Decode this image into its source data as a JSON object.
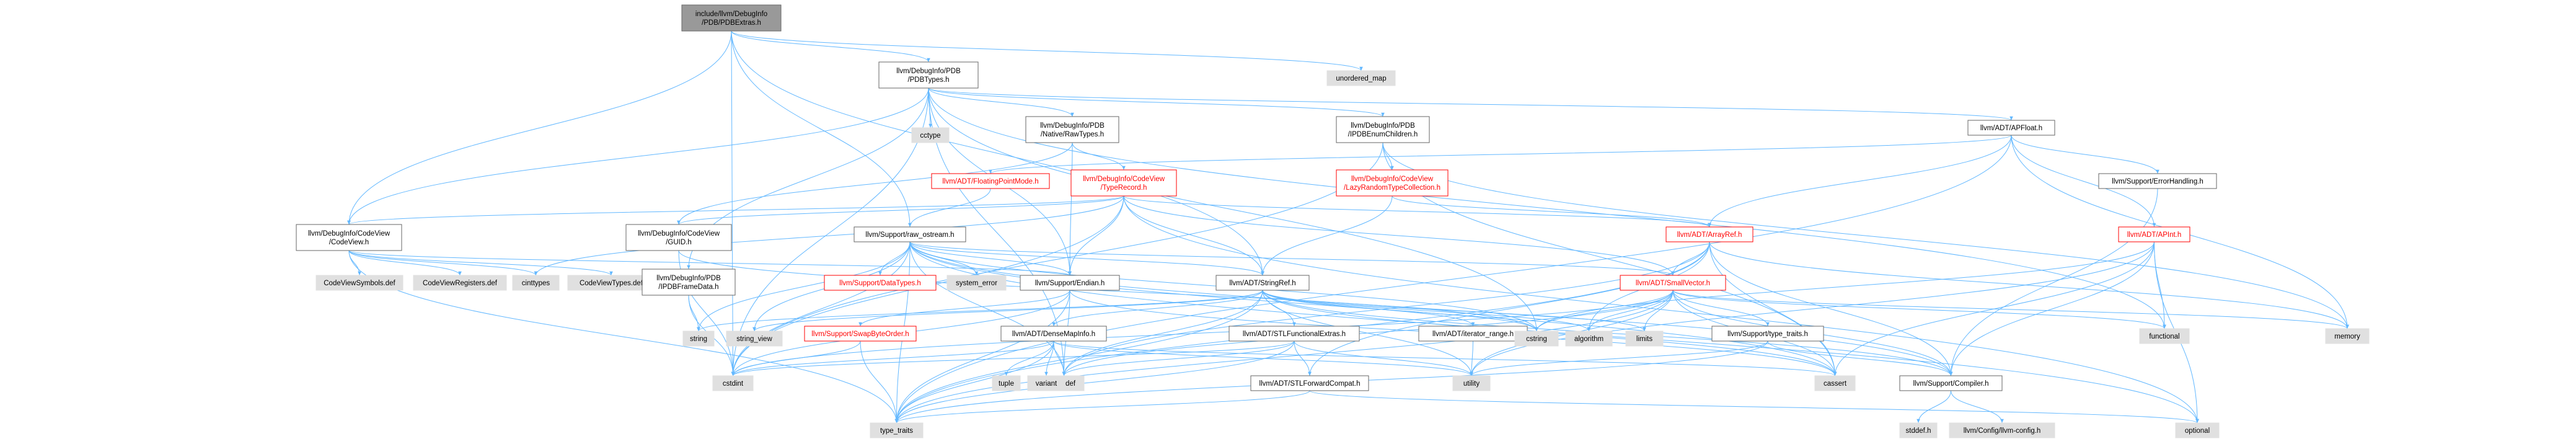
{
  "graph": {
    "root": "include/llvm/DebugInfo/PDB/PDBExtras.h",
    "nodes": [
      {
        "id": "root",
        "label": [
          "include/llvm/DebugInfo",
          "/PDB/PDBExtras.h"
        ],
        "style": "current"
      },
      {
        "id": "pdbtypes",
        "label": [
          "llvm/DebugInfo/PDB",
          "/PDBTypes.h"
        ],
        "style": "normal"
      },
      {
        "id": "unordered_map",
        "label": [
          "unordered_map"
        ],
        "style": "system"
      },
      {
        "id": "cctype",
        "label": [
          "cctype"
        ],
        "style": "system"
      },
      {
        "id": "rawtypes",
        "label": [
          "llvm/DebugInfo/PDB",
          "/Native/RawTypes.h"
        ],
        "style": "normal"
      },
      {
        "id": "ipdbenum",
        "label": [
          "llvm/DebugInfo/PDB",
          "/IPDBEnumChildren.h"
        ],
        "style": "normal"
      },
      {
        "id": "apfloat",
        "label": [
          "llvm/ADT/APFloat.h"
        ],
        "style": "normal"
      },
      {
        "id": "fpmode",
        "label": [
          "llvm/ADT/FloatingPointMode.h"
        ],
        "style": "incomplete"
      },
      {
        "id": "typerecord",
        "label": [
          "llvm/DebugInfo/CodeView",
          "/TypeRecord.h"
        ],
        "style": "incomplete"
      },
      {
        "id": "lazyrandom",
        "label": [
          "llvm/DebugInfo/CodeView",
          "/LazyRandomTypeCollection.h"
        ],
        "style": "incomplete"
      },
      {
        "id": "errorhandling",
        "label": [
          "llvm/Support/ErrorHandling.h"
        ],
        "style": "normal"
      },
      {
        "id": "codeview",
        "label": [
          "llvm/DebugInfo/CodeView",
          "/CodeView.h"
        ],
        "style": "normal"
      },
      {
        "id": "guid",
        "label": [
          "llvm/DebugInfo/CodeView",
          "/GUID.h"
        ],
        "style": "normal"
      },
      {
        "id": "rawostream",
        "label": [
          "llvm/Support/raw_ostream.h"
        ],
        "style": "normal"
      },
      {
        "id": "arrayref",
        "label": [
          "llvm/ADT/ArrayRef.h"
        ],
        "style": "incomplete"
      },
      {
        "id": "apint",
        "label": [
          "llvm/ADT/APInt.h"
        ],
        "style": "incomplete"
      },
      {
        "id": "cvsymbols",
        "label": [
          "CodeViewSymbols.def"
        ],
        "style": "system"
      },
      {
        "id": "cvregisters",
        "label": [
          "CodeViewRegisters.def"
        ],
        "style": "system"
      },
      {
        "id": "cinttypes",
        "label": [
          "cinttypes"
        ],
        "style": "system"
      },
      {
        "id": "cvtypes",
        "label": [
          "CodeViewTypes.def"
        ],
        "style": "system"
      },
      {
        "id": "ipdbframe",
        "label": [
          "llvm/DebugInfo/PDB",
          "/IPDBFrameData.h"
        ],
        "style": "normal"
      },
      {
        "id": "datatypes",
        "label": [
          "llvm/Support/DataTypes.h"
        ],
        "style": "incomplete"
      },
      {
        "id": "system_error",
        "label": [
          "system_error"
        ],
        "style": "system"
      },
      {
        "id": "endian",
        "label": [
          "llvm/Support/Endian.h"
        ],
        "style": "normal"
      },
      {
        "id": "stringref",
        "label": [
          "llvm/ADT/StringRef.h"
        ],
        "style": "normal"
      },
      {
        "id": "smallvector",
        "label": [
          "llvm/ADT/SmallVector.h"
        ],
        "style": "incomplete"
      },
      {
        "id": "functional",
        "label": [
          "functional"
        ],
        "style": "system"
      },
      {
        "id": "memory",
        "label": [
          "memory"
        ],
        "style": "system"
      },
      {
        "id": "string",
        "label": [
          "string"
        ],
        "style": "system"
      },
      {
        "id": "string_view",
        "label": [
          "string_view"
        ],
        "style": "system"
      },
      {
        "id": "swapbyteorder",
        "label": [
          "llvm/Support/SwapByteOrder.h"
        ],
        "style": "incomplete"
      },
      {
        "id": "densemapinfo",
        "label": [
          "llvm/ADT/DenseMapInfo.h"
        ],
        "style": "normal"
      },
      {
        "id": "stlfunctional",
        "label": [
          "llvm/ADT/STLFunctionalExtras.h"
        ],
        "style": "normal"
      },
      {
        "id": "iteratorrange",
        "label": [
          "llvm/ADT/iterator_range.h"
        ],
        "style": "normal"
      },
      {
        "id": "cstring",
        "label": [
          "cstring"
        ],
        "style": "system"
      },
      {
        "id": "algorithm",
        "label": [
          "algorithm"
        ],
        "style": "system"
      },
      {
        "id": "limits",
        "label": [
          "limits"
        ],
        "style": "system"
      },
      {
        "id": "typetraits_llvm",
        "label": [
          "llvm/Support/type_traits.h"
        ],
        "style": "normal"
      },
      {
        "id": "cstdint",
        "label": [
          "cstdint"
        ],
        "style": "system"
      },
      {
        "id": "cstddef",
        "label": [
          "cstddef"
        ],
        "style": "system"
      },
      {
        "id": "tuple",
        "label": [
          "tuple"
        ],
        "style": "system"
      },
      {
        "id": "variant",
        "label": [
          "variant"
        ],
        "style": "system"
      },
      {
        "id": "stlforward",
        "label": [
          "llvm/ADT/STLForwardCompat.h"
        ],
        "style": "normal"
      },
      {
        "id": "utility",
        "label": [
          "utility"
        ],
        "style": "system"
      },
      {
        "id": "cassert",
        "label": [
          "cassert"
        ],
        "style": "system"
      },
      {
        "id": "compiler",
        "label": [
          "llvm/Support/Compiler.h"
        ],
        "style": "normal"
      },
      {
        "id": "type_traits",
        "label": [
          "type_traits"
        ],
        "style": "system"
      },
      {
        "id": "optional",
        "label": [
          "optional"
        ],
        "style": "system"
      },
      {
        "id": "stddef",
        "label": [
          "stddef.h"
        ],
        "style": "system"
      },
      {
        "id": "llvmconfig",
        "label": [
          "llvm/Config/llvm-config.h"
        ],
        "style": "system"
      }
    ],
    "edges": [
      [
        "root",
        "pdbtypes"
      ],
      [
        "root",
        "unordered_map"
      ],
      [
        "root",
        "codeview"
      ],
      [
        "root",
        "rawostream"
      ],
      [
        "root",
        "stringref"
      ],
      [
        "root",
        "cstdint"
      ],
      [
        "pdbtypes",
        "cctype"
      ],
      [
        "pdbtypes",
        "rawtypes"
      ],
      [
        "pdbtypes",
        "ipdbenum"
      ],
      [
        "pdbtypes",
        "apfloat"
      ],
      [
        "pdbtypes",
        "codeview"
      ],
      [
        "pdbtypes",
        "ipdbframe"
      ],
      [
        "pdbtypes",
        "endian"
      ],
      [
        "pdbtypes",
        "cstddef"
      ],
      [
        "pdbtypes",
        "cstdint"
      ],
      [
        "pdbtypes",
        "cstring"
      ],
      [
        "pdbtypes",
        "functional"
      ],
      [
        "rawtypes",
        "guid"
      ],
      [
        "rawtypes",
        "typerecord"
      ],
      [
        "rawtypes",
        "endian"
      ],
      [
        "ipdbenum",
        "lazyrandom"
      ],
      [
        "ipdbenum",
        "cassert"
      ],
      [
        "ipdbenum",
        "cstdint"
      ],
      [
        "ipdbenum",
        "memory"
      ],
      [
        "apfloat",
        "fpmode"
      ],
      [
        "apfloat",
        "arrayref"
      ],
      [
        "apfloat",
        "apint"
      ],
      [
        "apfloat",
        "errorhandling"
      ],
      [
        "apfloat",
        "memory"
      ],
      [
        "apfloat",
        "type_traits"
      ],
      [
        "fpmode",
        "rawostream"
      ],
      [
        "typerecord",
        "codeview"
      ],
      [
        "typerecord",
        "guid"
      ],
      [
        "typerecord",
        "arrayref"
      ],
      [
        "typerecord",
        "stringref"
      ],
      [
        "typerecord",
        "endian"
      ],
      [
        "typerecord",
        "smallvector"
      ],
      [
        "typerecord",
        "cinttypes"
      ],
      [
        "typerecord",
        "cstdint"
      ],
      [
        "typerecord",
        "optional"
      ],
      [
        "lazyrandom",
        "arrayref"
      ],
      [
        "lazyrandom",
        "stringref"
      ],
      [
        "errorhandling",
        "compiler"
      ],
      [
        "codeview",
        "cvsymbols"
      ],
      [
        "codeview",
        "cvregisters"
      ],
      [
        "codeview",
        "cinttypes"
      ],
      [
        "codeview",
        "cvtypes"
      ],
      [
        "codeview",
        "endian"
      ],
      [
        "codeview",
        "type_traits"
      ],
      [
        "guid",
        "cstdint"
      ],
      [
        "guid",
        "cstring"
      ],
      [
        "rawostream",
        "datatypes"
      ],
      [
        "rawostream",
        "system_error"
      ],
      [
        "rawostream",
        "endian"
      ],
      [
        "rawostream",
        "stringref"
      ],
      [
        "rawostream",
        "smallvector"
      ],
      [
        "rawostream",
        "compiler"
      ],
      [
        "rawostream",
        "cassert"
      ],
      [
        "rawostream",
        "cstddef"
      ],
      [
        "rawostream",
        "cstdint"
      ],
      [
        "rawostream",
        "cstring"
      ],
      [
        "rawostream",
        "string"
      ],
      [
        "rawostream",
        "string_view"
      ],
      [
        "rawostream",
        "type_traits"
      ],
      [
        "rawostream",
        "optional"
      ],
      [
        "arrayref",
        "smallvector"
      ],
      [
        "arrayref",
        "stlforward"
      ],
      [
        "arrayref",
        "compiler"
      ],
      [
        "arrayref",
        "algorithm"
      ],
      [
        "arrayref",
        "cassert"
      ],
      [
        "arrayref",
        "cstddef"
      ],
      [
        "arrayref",
        "memory"
      ],
      [
        "arrayref",
        "type_traits"
      ],
      [
        "apint",
        "compiler"
      ],
      [
        "apint",
        "cassert"
      ],
      [
        "apint",
        "functional"
      ],
      [
        "apint",
        "optional"
      ],
      [
        "apint",
        "utility"
      ],
      [
        "apint",
        "cstring"
      ],
      [
        "ipdbframe",
        "cstdint"
      ],
      [
        "ipdbframe",
        "string"
      ],
      [
        "endian",
        "swapbyteorder"
      ],
      [
        "endian",
        "cassert"
      ],
      [
        "endian",
        "cstddef"
      ],
      [
        "endian",
        "cstdint"
      ],
      [
        "endian",
        "type_traits"
      ],
      [
        "stringref",
        "densemapinfo"
      ],
      [
        "stringref",
        "stlfunctional"
      ],
      [
        "stringref",
        "iteratorrange"
      ],
      [
        "stringref",
        "compiler"
      ],
      [
        "stringref",
        "algorithm"
      ],
      [
        "stringref",
        "cassert"
      ],
      [
        "stringref",
        "cstddef"
      ],
      [
        "stringref",
        "cstring"
      ],
      [
        "stringref",
        "limits"
      ],
      [
        "stringref",
        "string"
      ],
      [
        "stringref",
        "string_view"
      ],
      [
        "stringref",
        "type_traits"
      ],
      [
        "stringref",
        "utility"
      ],
      [
        "smallvector",
        "compiler"
      ],
      [
        "smallvector",
        "typetraits_llvm"
      ],
      [
        "smallvector",
        "algorithm"
      ],
      [
        "smallvector",
        "cassert"
      ],
      [
        "smallvector",
        "cstddef"
      ],
      [
        "smallvector",
        "cstdint"
      ],
      [
        "smallvector",
        "cstring"
      ],
      [
        "smallvector",
        "functional"
      ],
      [
        "smallvector",
        "limits"
      ],
      [
        "smallvector",
        "memory"
      ],
      [
        "smallvector",
        "type_traits"
      ],
      [
        "smallvector",
        "utility"
      ],
      [
        "swapbyteorder",
        "cstdint"
      ],
      [
        "swapbyteorder",
        "type_traits"
      ],
      [
        "densemapinfo",
        "cassert"
      ],
      [
        "densemapinfo",
        "cstddef"
      ],
      [
        "densemapinfo",
        "cstdint"
      ],
      [
        "densemapinfo",
        "tuple"
      ],
      [
        "densemapinfo",
        "type_traits"
      ],
      [
        "densemapinfo",
        "utility"
      ],
      [
        "densemapinfo",
        "variant"
      ],
      [
        "stlfunctional",
        "stlforward"
      ],
      [
        "stlfunctional",
        "cstddef"
      ],
      [
        "stlfunctional",
        "cstdint"
      ],
      [
        "stlfunctional",
        "type_traits"
      ],
      [
        "stlfunctional",
        "utility"
      ],
      [
        "iteratorrange",
        "utility"
      ],
      [
        "typetraits_llvm",
        "compiler"
      ],
      [
        "typetraits_llvm",
        "type_traits"
      ],
      [
        "typetraits_llvm",
        "utility"
      ],
      [
        "stlforward",
        "optional"
      ],
      [
        "stlforward",
        "type_traits"
      ],
      [
        "compiler",
        "stddef"
      ],
      [
        "compiler",
        "llvmconfig"
      ]
    ]
  },
  "colors": {
    "edge": "#63b8ff",
    "current_fill": "#999999",
    "current_border": "#666666",
    "normal_fill": "#ffffff",
    "normal_border": "#666666",
    "incomplete_border": "#ff0000",
    "incomplete_text": "#ff0000",
    "system_fill": "#e0e0e0",
    "system_border": "#e0e0e0",
    "text": "#000000"
  }
}
